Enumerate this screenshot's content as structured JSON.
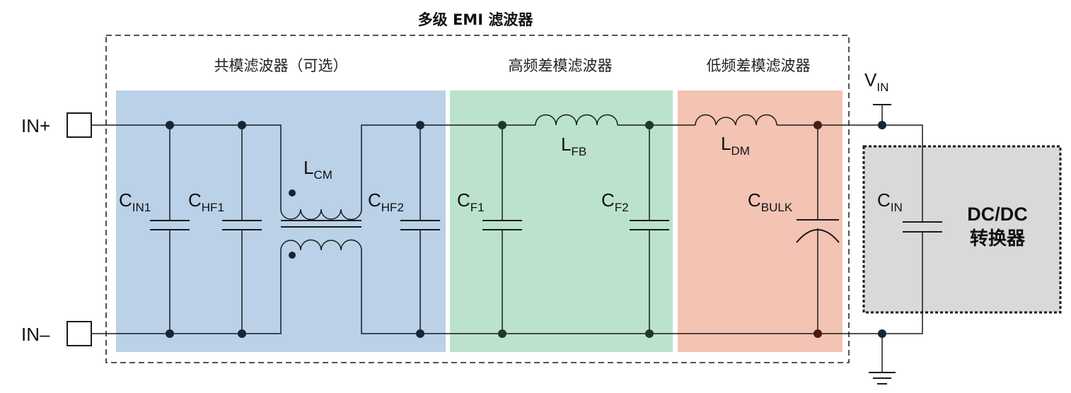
{
  "title": "多级 EMI 滤波器",
  "colors": {
    "common_mode_region": "#bad1e8",
    "hf_region": "#bbe3cb",
    "lf_region": "#f3c3b3",
    "converter_box": "#d9d9d9",
    "node_dark": "#162636",
    "node_green": "#1c3a24",
    "node_red": "#4a1c10"
  },
  "sections": {
    "common_mode": "共模滤波器（可选）",
    "high_freq": "高频差模滤波器",
    "low_freq": "低频差模滤波器"
  },
  "terminals": {
    "in_plus": "IN+",
    "in_minus": "IN–"
  },
  "components": {
    "c_in1": {
      "main": "C",
      "sub": "IN1"
    },
    "c_hf1": {
      "main": "C",
      "sub": "HF1"
    },
    "l_cm": {
      "main": "L",
      "sub": "CM"
    },
    "c_hf2": {
      "main": "C",
      "sub": "HF2"
    },
    "c_f1": {
      "main": "C",
      "sub": "F1"
    },
    "l_fb": {
      "main": "L",
      "sub": "FB"
    },
    "c_f2": {
      "main": "C",
      "sub": "F2"
    },
    "l_dm": {
      "main": "L",
      "sub": "DM"
    },
    "c_bulk": {
      "main": "C",
      "sub": "BULK"
    },
    "c_in": {
      "main": "C",
      "sub": "IN"
    },
    "v_in": {
      "main": "V",
      "sub": "IN"
    }
  },
  "converter": {
    "line1": "DC/DC",
    "line2": "转换器"
  }
}
